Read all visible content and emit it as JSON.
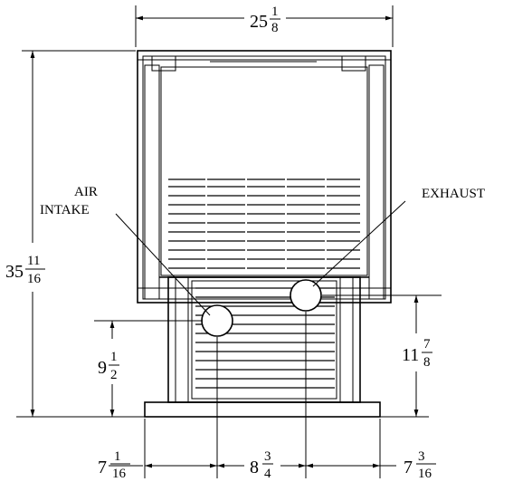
{
  "labels": {
    "air_intake_line1": "AIR",
    "air_intake_line2": "INTAKE",
    "exhaust": "EXHAUST"
  },
  "dimensions": {
    "top_width": {
      "whole": "25",
      "num": "1",
      "den": "8"
    },
    "overall_height": {
      "whole": "35",
      "num": "11",
      "den": "16"
    },
    "intake_height": {
      "whole": "9",
      "num": "1",
      "den": "2"
    },
    "exhaust_height": {
      "whole": "11",
      "num": "7",
      "den": "8"
    },
    "left_offset": {
      "whole": "7",
      "num": "1",
      "den": "16"
    },
    "center_spacing": {
      "whole": "8",
      "num": "3",
      "den": "4"
    },
    "right_offset": {
      "whole": "7",
      "num": "3",
      "den": "16"
    }
  },
  "colors": {
    "line": "#000000",
    "background": "#ffffff"
  }
}
